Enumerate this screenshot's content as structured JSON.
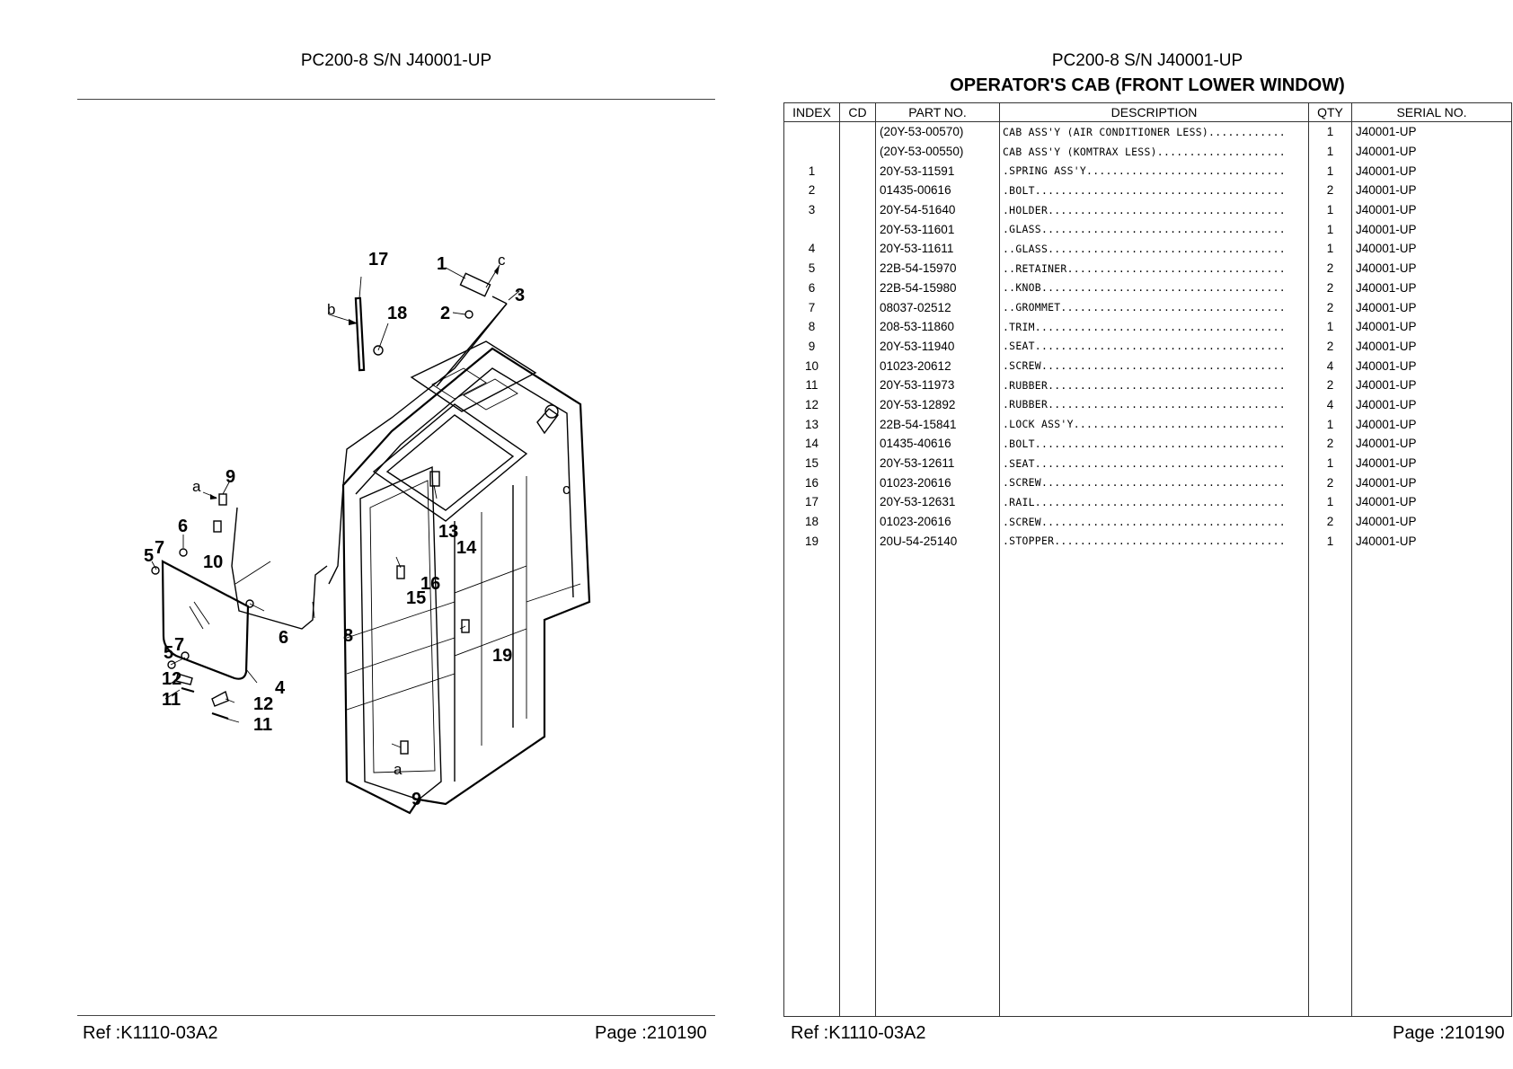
{
  "left_page": {
    "title": "PC200-8 S/N J40001-UP",
    "footer_ref": "Ref :K1110-03A2",
    "footer_page": "Page :210190"
  },
  "right_page": {
    "title": "PC200-8 S/N J40001-UP",
    "subtitle": "OPERATOR'S CAB (FRONT LOWER WINDOW)",
    "footer_ref": "Ref :K1110-03A2",
    "footer_page": "Page :210190"
  },
  "diagram": {
    "callouts": {
      "c1": "1",
      "c2": "2",
      "c3": "3",
      "c4": "4",
      "c5a": "5",
      "c5b": "5",
      "c6a": "6",
      "c6b": "6",
      "c7a": "7",
      "c7b": "7",
      "c8": "8",
      "c9a": "9",
      "c9b": "9",
      "c10": "10",
      "c11a": "11",
      "c11b": "11",
      "c12a": "12",
      "c12b": "12",
      "c13": "13",
      "c14": "14",
      "c15": "15",
      "c16": "16",
      "c17": "17",
      "c18": "18",
      "c19": "19",
      "la": "a",
      "la2": "a",
      "lb": "b",
      "lc": "c",
      "lc2": "c"
    }
  },
  "table": {
    "headers": {
      "index": "INDEX",
      "cd": "CD",
      "part_no": "PART NO.",
      "description": "DESCRIPTION",
      "qty": "QTY",
      "serial_no": "SERIAL NO."
    },
    "rows": [
      {
        "index": "",
        "cd": "",
        "part_no": "(20Y-53-00570)",
        "description": "CAB ASS'Y (AIR CONDITIONER LESS)............",
        "qty": "1",
        "serial": "J40001-UP"
      },
      {
        "index": "",
        "cd": "",
        "part_no": "(20Y-53-00550)",
        "description": "CAB ASS'Y (KOMTRAX LESS)....................",
        "qty": "1",
        "serial": "J40001-UP"
      },
      {
        "index": "1",
        "cd": "",
        "part_no": "20Y-53-11591",
        "description": ".SPRING ASS'Y...............................",
        "qty": "1",
        "serial": "J40001-UP"
      },
      {
        "index": "2",
        "cd": "",
        "part_no": "01435-00616",
        "description": ".BOLT.......................................",
        "qty": "2",
        "serial": "J40001-UP"
      },
      {
        "index": "3",
        "cd": "",
        "part_no": "20Y-54-51640",
        "description": ".HOLDER.....................................",
        "qty": "1",
        "serial": "J40001-UP"
      },
      {
        "index": "",
        "cd": "",
        "part_no": "20Y-53-11601",
        "description": ".GLASS......................................",
        "qty": "1",
        "serial": "J40001-UP"
      },
      {
        "index": "4",
        "cd": "",
        "part_no": "20Y-53-11611",
        "description": "..GLASS.....................................",
        "qty": "1",
        "serial": "J40001-UP"
      },
      {
        "index": "5",
        "cd": "",
        "part_no": "22B-54-15970",
        "description": "..RETAINER..................................",
        "qty": "2",
        "serial": "J40001-UP"
      },
      {
        "index": "6",
        "cd": "",
        "part_no": "22B-54-15980",
        "description": "..KNOB......................................",
        "qty": "2",
        "serial": "J40001-UP"
      },
      {
        "index": "7",
        "cd": "",
        "part_no": "08037-02512",
        "description": "..GROMMET...................................",
        "qty": "2",
        "serial": "J40001-UP"
      },
      {
        "index": "8",
        "cd": "",
        "part_no": "208-53-11860",
        "description": ".TRIM.......................................",
        "qty": "1",
        "serial": "J40001-UP"
      },
      {
        "index": "9",
        "cd": "",
        "part_no": "20Y-53-11940",
        "description": ".SEAT.......................................",
        "qty": "2",
        "serial": "J40001-UP"
      },
      {
        "index": "10",
        "cd": "",
        "part_no": "01023-20612",
        "description": ".SCREW......................................",
        "qty": "4",
        "serial": "J40001-UP"
      },
      {
        "index": "11",
        "cd": "",
        "part_no": "20Y-53-11973",
        "description": ".RUBBER.....................................",
        "qty": "2",
        "serial": "J40001-UP"
      },
      {
        "index": "12",
        "cd": "",
        "part_no": "20Y-53-12892",
        "description": ".RUBBER.....................................",
        "qty": "4",
        "serial": "J40001-UP"
      },
      {
        "index": "13",
        "cd": "",
        "part_no": "22B-54-15841",
        "description": ".LOCK ASS'Y.................................",
        "qty": "1",
        "serial": "J40001-UP"
      },
      {
        "index": "14",
        "cd": "",
        "part_no": "01435-40616",
        "description": ".BOLT.......................................",
        "qty": "2",
        "serial": "J40001-UP"
      },
      {
        "index": "15",
        "cd": "",
        "part_no": "20Y-53-12611",
        "description": ".SEAT.......................................",
        "qty": "1",
        "serial": "J40001-UP"
      },
      {
        "index": "16",
        "cd": "",
        "part_no": "01023-20616",
        "description": ".SCREW......................................",
        "qty": "2",
        "serial": "J40001-UP"
      },
      {
        "index": "17",
        "cd": "",
        "part_no": "20Y-53-12631",
        "description": ".RAIL.......................................",
        "qty": "1",
        "serial": "J40001-UP"
      },
      {
        "index": "18",
        "cd": "",
        "part_no": "01023-20616",
        "description": ".SCREW......................................",
        "qty": "2",
        "serial": "J40001-UP"
      },
      {
        "index": "19",
        "cd": "",
        "part_no": "20U-54-25140",
        "description": ".STOPPER....................................",
        "qty": "1",
        "serial": "J40001-UP"
      }
    ]
  }
}
